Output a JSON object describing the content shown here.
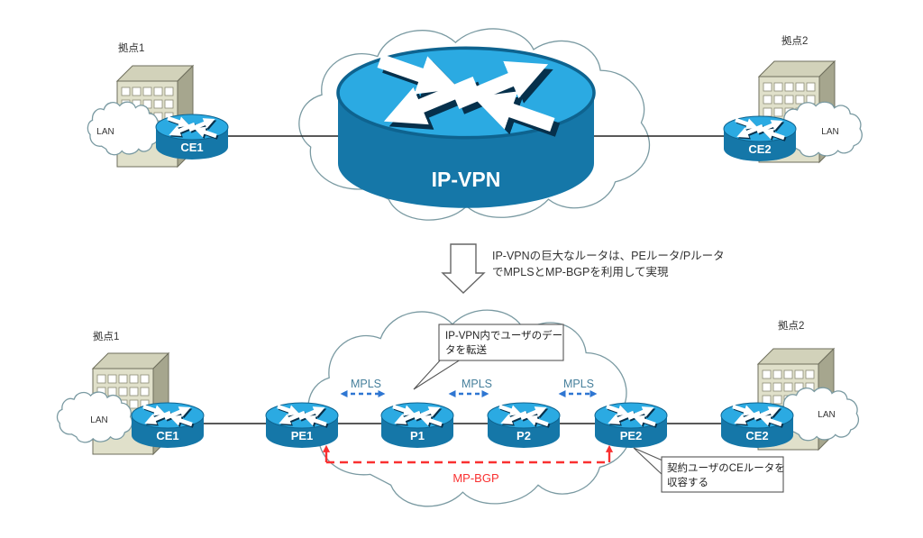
{
  "sites": {
    "site1": "拠点1",
    "site2": "拠点2",
    "lan": "LAN"
  },
  "top_section": {
    "wan_label": "IP-VPN",
    "ce1": "CE1",
    "ce2": "CE2"
  },
  "transition": {
    "arrow_note_line1": "IP-VPNの巨大なルータは、PEルータ/Pルータ",
    "arrow_note_line2": "でMPLSとMP-BGPを利用して実現"
  },
  "bottom_section": {
    "ce1": "CE1",
    "ce2": "CE2",
    "core_routers": [
      "PE1",
      "P1",
      "P2",
      "PE2"
    ],
    "mpls": "MPLS",
    "mp_bgp": "MP-BGP",
    "callout_data_forward": {
      "line1": "IP-VPN内でユーザのデー",
      "line2": "タを転送"
    },
    "callout_ce_accommodate": {
      "line1": "契約ユーザのCEルータを",
      "line2": "収容する"
    }
  },
  "colors": {
    "router_top": "#2baae2",
    "router_side": "#1577a8",
    "mpls_arrow": "#2e76d2",
    "mpls_text": "#47809c",
    "mp_bgp_red": "#f93030",
    "cloud_outline": "#7a9aa2",
    "building_front": "#e0e0ca",
    "building_roof": "#d2d2ba",
    "building_side": "#a6a68e",
    "link_line": "#222222"
  }
}
